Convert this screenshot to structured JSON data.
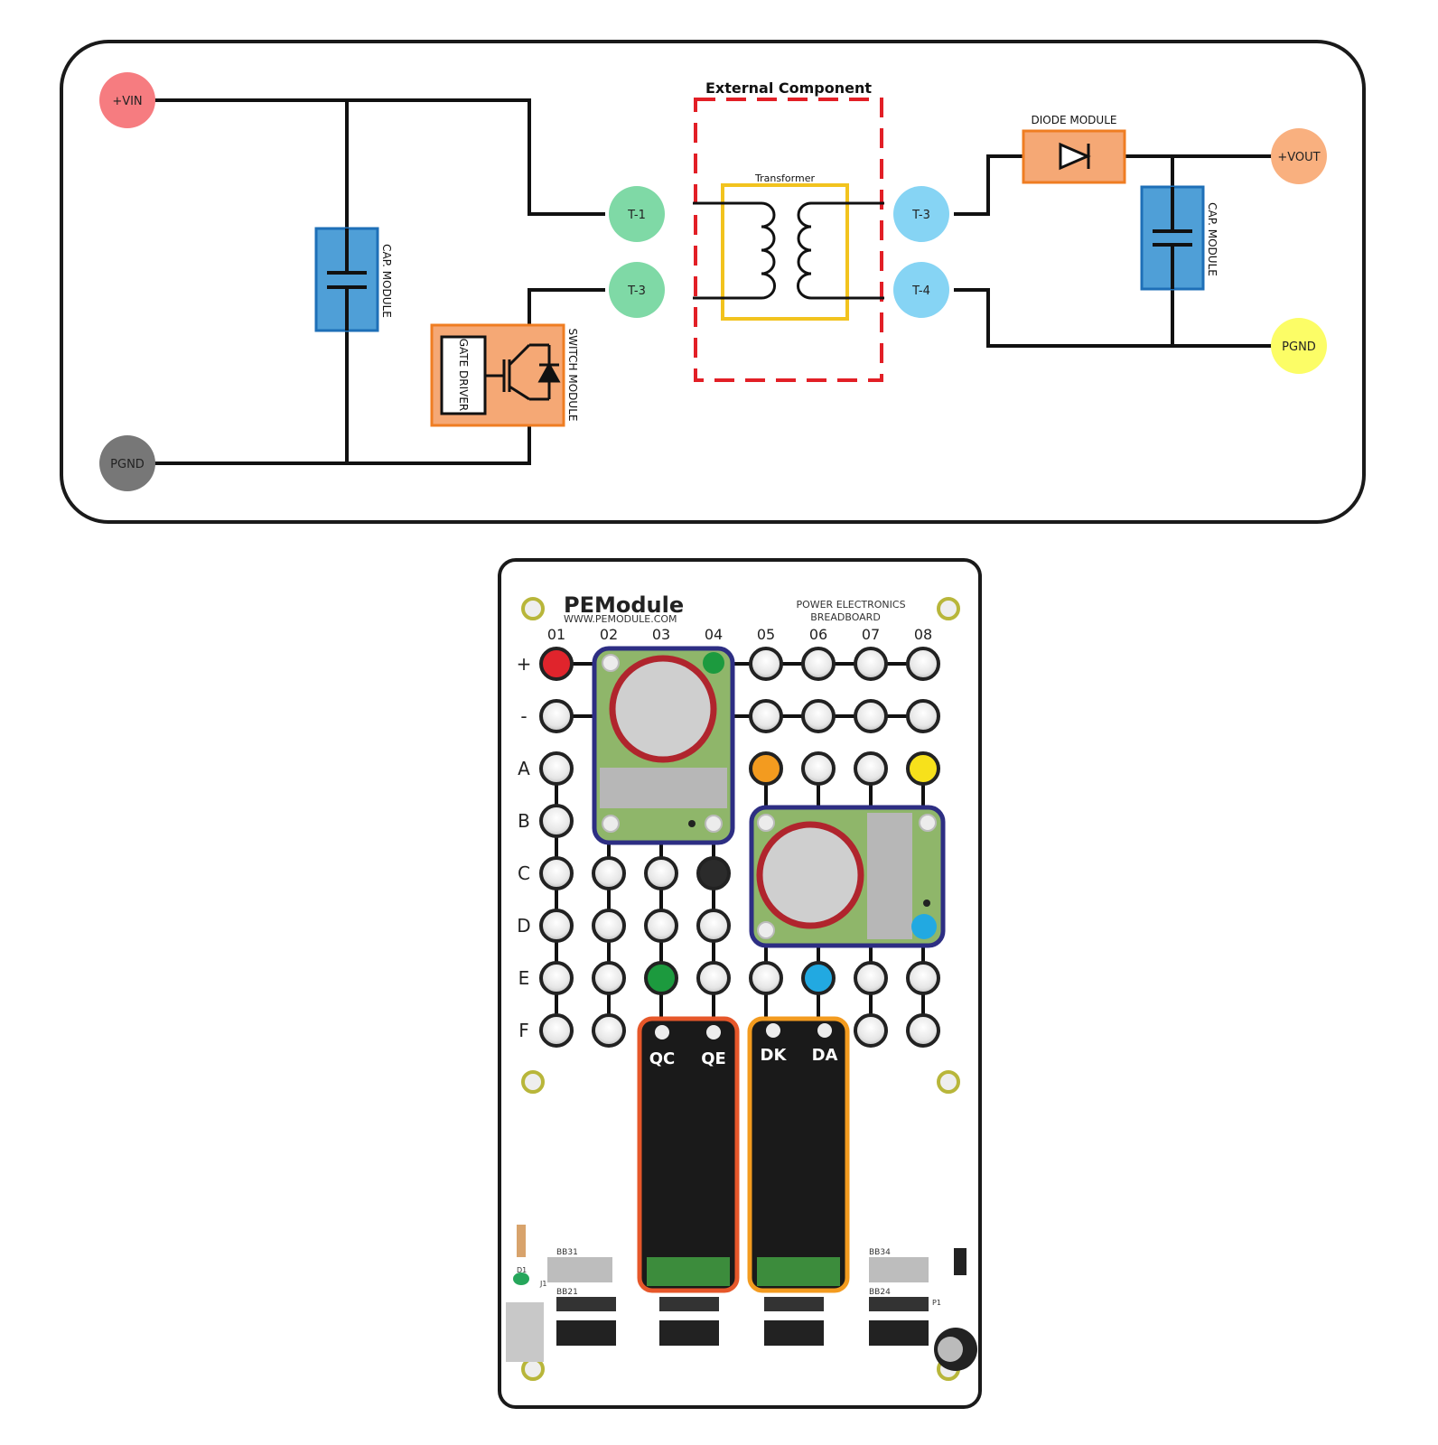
{
  "colors": {
    "vin": "#f67c80",
    "pgnd_in": "#777777",
    "t_primary": "#7fd9a6",
    "t_secondary": "#86d4f4",
    "vout": "#f9b07f",
    "pgnd_out": "#fcfd66",
    "cap_fill": "#4f9fd7",
    "cap_border": "#1e6fb7",
    "switch_fill": "#f5a875",
    "switch_border": "#ef7d22",
    "transformer": "#f2c31e",
    "external": "#e21f26",
    "board_module_border": "#2d2e83",
    "orange_module": "#ef7d22"
  },
  "schematic": {
    "external_label": "External Component",
    "transformer_label": "Transformer",
    "diode_label": "DIODE MODULE",
    "cap_label_left": "CAP. MODULE",
    "cap_label_right": "CAP. MODULE",
    "switch_label": "SWITCH MODULE",
    "gate_driver_label": "GATE DRIVER",
    "nodes": {
      "vin": "+VIN",
      "pgnd_in": "PGND",
      "t1": "T-1",
      "t3_primary": "T-3",
      "t3_secondary": "T-3",
      "t4": "T-4",
      "vout": "+VOUT",
      "pgnd_out": "PGND"
    }
  },
  "board": {
    "brand": "PEModule",
    "url": "WWW.PEMODULE.COM",
    "title_line1": "POWER ELECTRONICS",
    "title_line2": "BREADBOARD",
    "columns": [
      "01",
      "02",
      "03",
      "04",
      "05",
      "06",
      "07",
      "08"
    ],
    "rows": [
      "+",
      "-",
      "A",
      "B",
      "C",
      "D",
      "E",
      "F"
    ],
    "switch_pins": [
      "QC",
      "QE"
    ],
    "diode_pins": [
      "DK",
      "DA"
    ],
    "connectors": [
      "BB31",
      "BB21",
      "BB34",
      "BB24"
    ],
    "small_labels": [
      "D1",
      "J1",
      "P1"
    ]
  }
}
